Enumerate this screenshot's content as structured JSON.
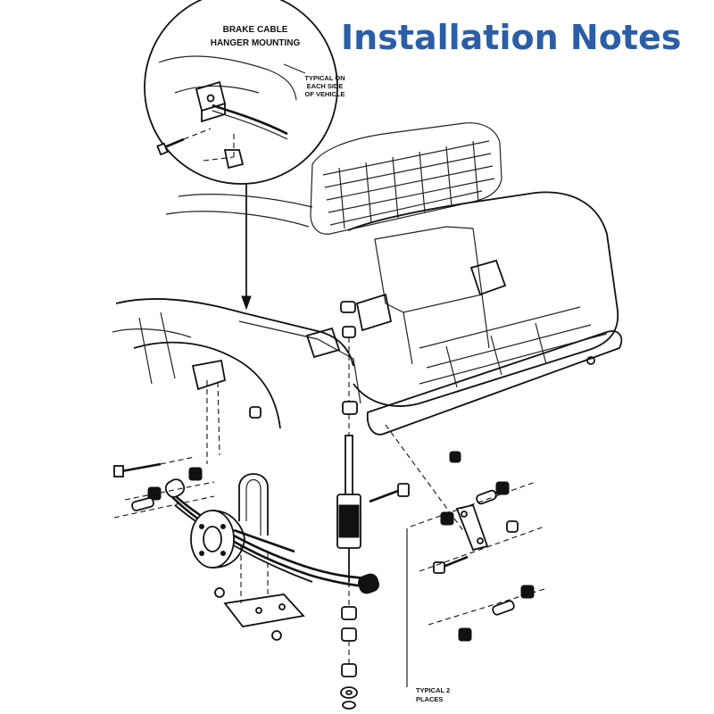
{
  "title": {
    "text": "Installation Notes",
    "color": "#2b5ea7"
  },
  "callout": {
    "heading_line1": "BRAKE CABLE",
    "heading_line2": "HANGER MOUNTING",
    "note_line1": "TYPICAL ON",
    "note_line2": "EACH SIDE",
    "note_line3": "OF VEHICLE"
  },
  "places_note": {
    "line1": "TYPICAL 2",
    "line2": "PLACES"
  },
  "icons": [
    "golf-cart-body",
    "leaf-spring",
    "shock-absorber",
    "wheel-hub",
    "u-bolt",
    "shackle-bracket",
    "bolt",
    "nut",
    "bushing",
    "washer",
    "arrow"
  ]
}
